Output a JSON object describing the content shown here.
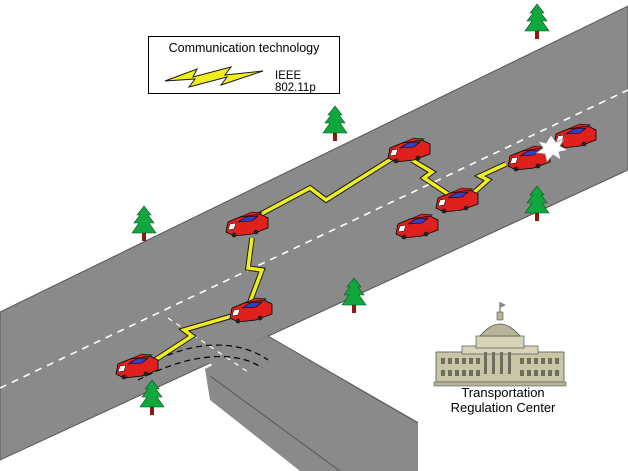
{
  "legend": {
    "title": "Communication technology",
    "item_label": "IEEE 802.11p",
    "item_icon": "lightning-bolt-icon"
  },
  "center": {
    "line1": "Transportation",
    "line2": "Regulation Center",
    "icon": "capitol-building-icon"
  },
  "colors": {
    "road": "#8a8a8a",
    "lane_marking": "#ffffff",
    "car_body": "#e0201c",
    "car_window": "#2f3fc8",
    "link": "#f2ee1a",
    "tree_foliage": "#10a83c",
    "tree_trunk": "#8b1a12",
    "building": "#c9c6a8"
  }
}
